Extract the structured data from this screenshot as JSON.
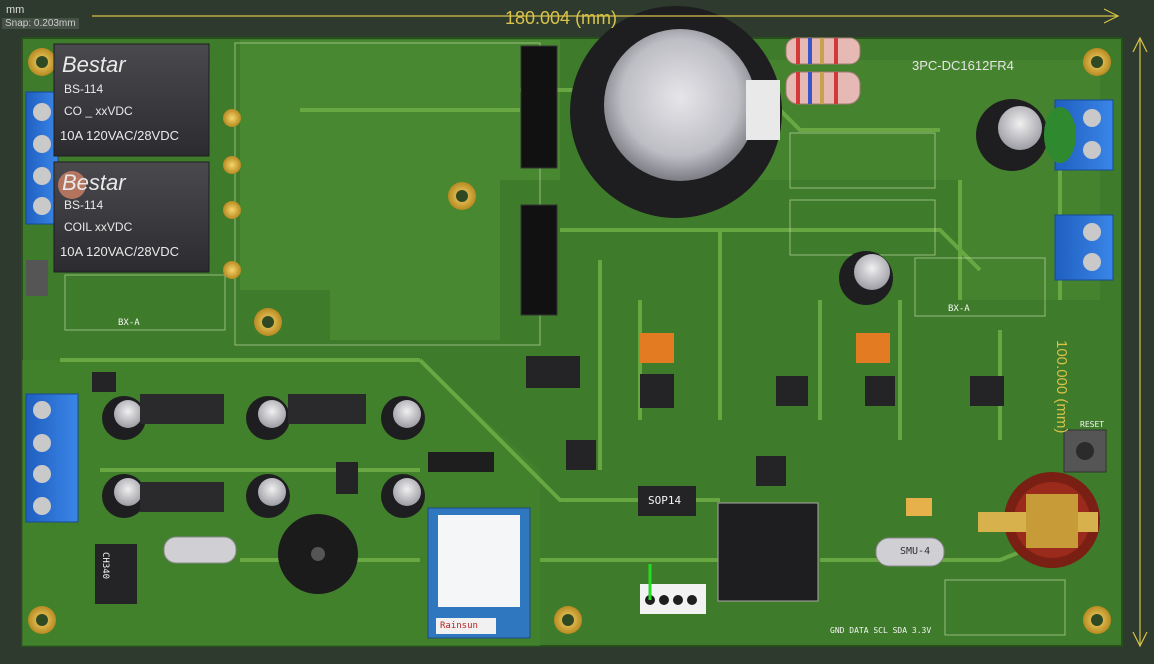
{
  "overlay": {
    "unit": "mm",
    "snap": "Snap: 0.203mm",
    "dim_width": "180.004 (mm)",
    "dim_height": "100.000 (mm)"
  },
  "board": {
    "title": "3PC-DC1612FR4",
    "relay1": {
      "brand": "Bestar",
      "model": "BS-114",
      "coil": "CO _ xxVDC",
      "rating": "10A 120VAC/28VDC"
    },
    "relay2": {
      "brand": "Bestar",
      "model": "BS-114",
      "coil": "COIL xxVDC",
      "rating": "10A 120VAC/28VDC"
    },
    "ic_sop": "SOP14",
    "ic_uart": "CH340",
    "crystal_label": "SMU-4",
    "reset_label": "RESET",
    "module_label": "Rainsun",
    "fuse_label_1": "BX-A",
    "fuse_label_2": "BX-A",
    "bottom_silk": "GND DATA SCL SDA 3.3V"
  },
  "colors": {
    "pcb": "#3f7a2a",
    "copper": "#5a9a36",
    "silk": "#f2f2f2",
    "dimension": "#d8c24a",
    "terminal": "#2a6fd0",
    "pad": "#d8b040"
  }
}
